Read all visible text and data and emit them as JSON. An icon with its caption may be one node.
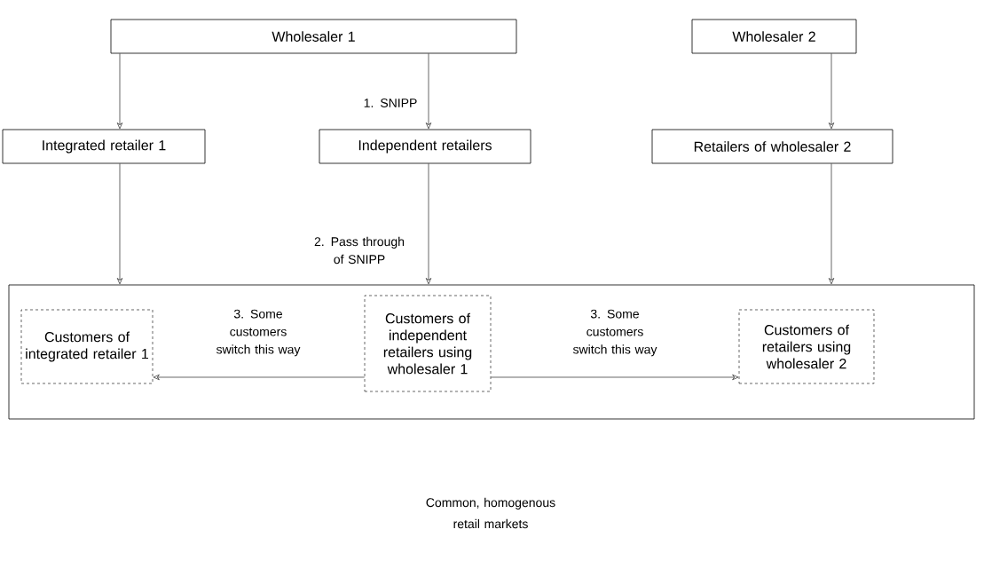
{
  "diagram": {
    "nodes": [
      {
        "text": [
          "Wholesaler 1"
        ]
      },
      {
        "text": [
          "Wholesaler 2"
        ]
      },
      {
        "text": [
          "Integrated retailer 1"
        ]
      },
      {
        "text": [
          "Independent retailers"
        ]
      },
      {
        "text": [
          "Retailers of wholesaler 2"
        ]
      },
      {
        "text": [],
        "shape": "box"
      },
      {
        "text": [
          "Customers of integrated retailer 1"
        ],
        "in": 5
      },
      {
        "text": [
          "Customers of independent retailers using wholesaler 1"
        ],
        "in": 5
      },
      {
        "text": [
          "Customers of retailers using wholesaler 2"
        ],
        "in": 5
      }
    ],
    "edges": [
      {
        "from": 0,
        "to": 2,
        "arrow": "to"
      },
      {
        "from": 0,
        "to": 3,
        "arrow": "to",
        "label": "1. SNIPP"
      },
      {
        "from": 1,
        "to": 4,
        "arrow": "to"
      },
      {
        "from": 2,
        "to": 5,
        "arrow": "to"
      },
      {
        "from": 3,
        "to": 5,
        "arrow": "to",
        "label": "2. Pass through of SNIPP"
      },
      {
        "from": 4,
        "to": 5,
        "arrow": "to"
      },
      {
        "from": 7,
        "to": 6,
        "arrow": "to",
        "label": "3. Some customers switch this way"
      },
      {
        "from": 7,
        "to": 8,
        "arrow": "to",
        "label": "3. Some customers switch this way"
      }
    ],
    "labels": [
      "Common, homogenous retail markets"
    ]
  }
}
